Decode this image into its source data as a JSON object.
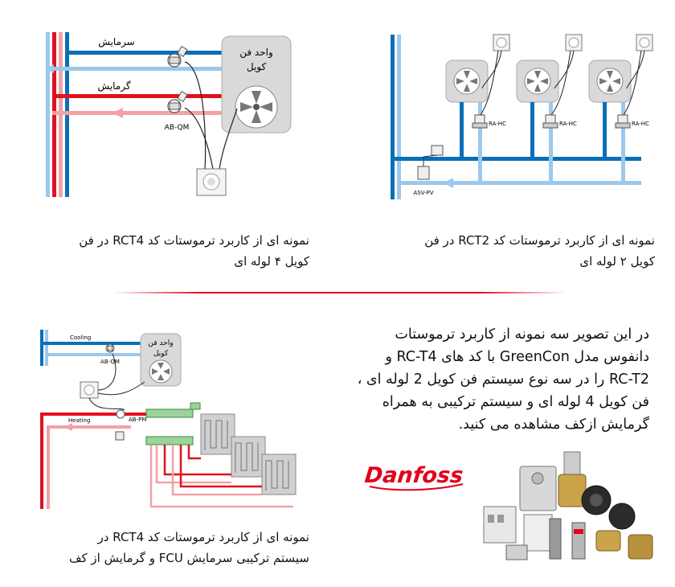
{
  "diagram_tr": {
    "cooling_label": "سرمایش",
    "heating_label": "گرمایش",
    "fancoil_label_1": "واحد فن",
    "fancoil_label_2": "کویل",
    "valve_label": "AB-QM"
  },
  "caption_tr": {
    "line1": "نمونه ای از کاربرد ترموستات کد RCT4 در فن",
    "line2": "کویل ۴ لوله ای"
  },
  "diagram_tl": {
    "valve_labels": [
      "RA-HC",
      "RA-HC",
      "RA-HC"
    ],
    "asv_label": "ASV-PV"
  },
  "caption_tl": {
    "line1": "نمونه ای از کاربرد ترموستات کد RCT2 در فن",
    "line2": "کویل ۲ لوله ای"
  },
  "diagram_bl": {
    "cooling_label": "Cooling",
    "heating_label": "Heating",
    "qm_label": "AB-QM",
    "pm_label": "AB-PM",
    "fancoil_label_1": "واحد فن",
    "fancoil_label_2": "کویل"
  },
  "caption_bl": {
    "line1": "نمونه ای از کاربرد ترموستات کد RCT4 در",
    "line2": "سیستم ترکیبی سرمایش FCU و گرمایش از کف"
  },
  "description": {
    "line1": "در این تصویر سه نمونه از کاربرد ترموستات",
    "line2": "دانفوس مدل GreenCon با کد های RC-T4 و",
    "line3": "RC-T2 را در سه نوع سیستم فن کویل 2 لوله ای ،",
    "line4": "فن کویل 4 لوله ای و سیستم ترکیبی به همراه",
    "line5": "گرمایش ازکف مشاهده می کنید."
  },
  "logo": {
    "text": "Danfoss",
    "color": "#e2001a"
  },
  "colors": {
    "blue": "#0a6fb8",
    "light_blue": "#9cc8ec",
    "red": "#e2111e",
    "light_red": "#f2a1a6",
    "divider": "#e2001a"
  }
}
